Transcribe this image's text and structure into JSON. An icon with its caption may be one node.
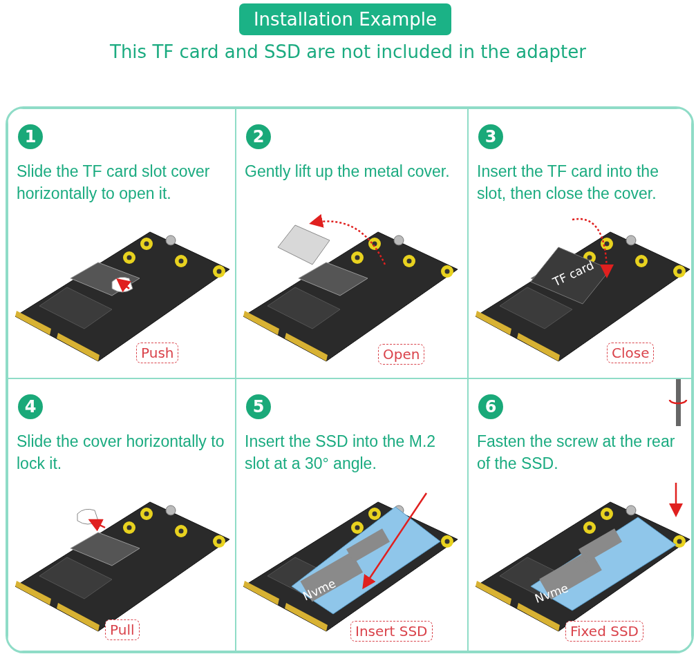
{
  "diagram": {
    "title": "Installation Example",
    "caption": "This TF card and SSD are not included in the adapter",
    "nodes": [
      {
        "text": [
          "1",
          "Slide the TF card slot cover horizontally to open it."
        ]
      },
      {
        "text": [
          "Push"
        ],
        "in": 0
      },
      {
        "text": [
          "2",
          "Gently lift up the metal cover."
        ]
      },
      {
        "text": [
          "Open"
        ],
        "in": 2
      },
      {
        "text": [
          "3",
          "Insert the TF card into the slot, then close the cover."
        ]
      },
      {
        "text": [
          "Close"
        ],
        "in": 4
      },
      {
        "text": [
          "4",
          "Slide the cover horizontally to lock it."
        ]
      },
      {
        "text": [
          "Pull"
        ],
        "in": 6
      },
      {
        "text": [
          "5",
          "Insert the SSD into the M.2 slot at a 30° angle."
        ]
      },
      {
        "text": [
          "Insert SSD"
        ],
        "in": 8
      },
      {
        "text": [
          "6",
          "Fasten the screw at the rear of the SSD."
        ]
      },
      {
        "text": [
          "Fixed SSD"
        ],
        "in": 10
      }
    ],
    "labels": [
      "TF card",
      "Nvme",
      "Nvme"
    ]
  }
}
